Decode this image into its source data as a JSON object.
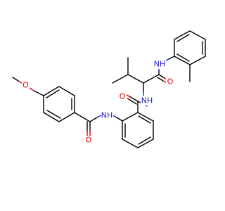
{
  "structure": {
    "atom_labels": {
      "methoxy_o": "O",
      "amide1_o": "O",
      "amide1_n": "NH",
      "amide2_o": "O",
      "amide2_n": "NH",
      "amide3_o": "O",
      "amide3_n": "NH"
    }
  },
  "colors": {
    "bond": "#000000",
    "oxygen": "#e00000",
    "nitrogen": "#1f1fd0",
    "background": "#ffffff"
  }
}
